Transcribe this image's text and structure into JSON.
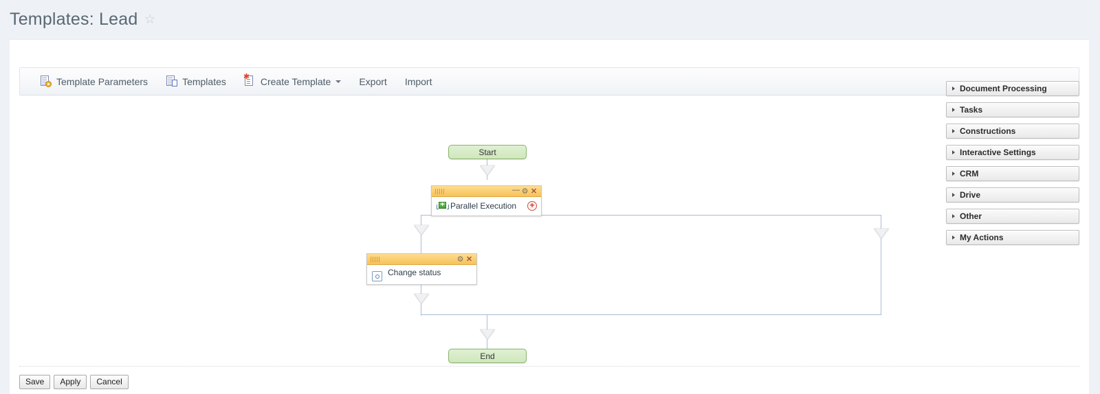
{
  "header": {
    "title": "Templates: Lead",
    "favorite_icon": "star-icon",
    "favorite_glyph": "☆"
  },
  "toolbar": {
    "items": [
      {
        "label": "Template Parameters",
        "icon": "document-gear-icon",
        "has_caret": false
      },
      {
        "label": "Templates",
        "icon": "document-list-icon",
        "has_caret": false
      },
      {
        "label": "Create Template",
        "icon": "document-new-icon",
        "has_caret": true
      },
      {
        "label": "Export",
        "icon": "",
        "has_caret": false
      },
      {
        "label": "Import",
        "icon": "",
        "has_caret": false
      }
    ]
  },
  "workflow": {
    "start_node": {
      "label": "Start"
    },
    "end_node": {
      "label": "End"
    },
    "nodes": [
      {
        "label": "Parallel Execution",
        "icon": "parallel-execution-icon",
        "buttons": {
          "minimize": "—",
          "settings": "⚙",
          "close": "✕",
          "add": "+"
        },
        "has_minimize": true,
        "has_add": true
      },
      {
        "label": "Change status",
        "icon": "change-status-icon",
        "buttons": {
          "settings": "⚙",
          "close": "✕"
        },
        "has_minimize": false,
        "has_add": false
      }
    ],
    "connector_color": "#a9bdd4",
    "terminal_color": "#cfe7bd",
    "node_title_color": "#f6c25c"
  },
  "palette": {
    "items": [
      {
        "label": "Document Processing"
      },
      {
        "label": "Tasks"
      },
      {
        "label": "Constructions"
      },
      {
        "label": "Interactive Settings"
      },
      {
        "label": "CRM"
      },
      {
        "label": "Drive"
      },
      {
        "label": "Other"
      },
      {
        "label": "My Actions"
      }
    ]
  },
  "footer": {
    "buttons": [
      {
        "label": "Save"
      },
      {
        "label": "Apply"
      },
      {
        "label": "Cancel"
      }
    ]
  }
}
